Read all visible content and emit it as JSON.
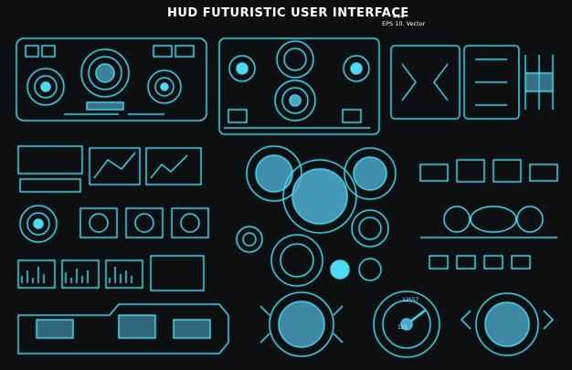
{
  "header": {
    "title": "HUD FUTURISTIC USER INTERFACE",
    "stars": "***",
    "subtitle": "EPS 10. Vector"
  },
  "gauge": {
    "top_value": "12557",
    "center_value": "120"
  },
  "palette": {
    "background": "#0d0f10",
    "glow": "#4fd9f2",
    "fill": "#4aa7c8",
    "bright": "#9fe7ff"
  }
}
